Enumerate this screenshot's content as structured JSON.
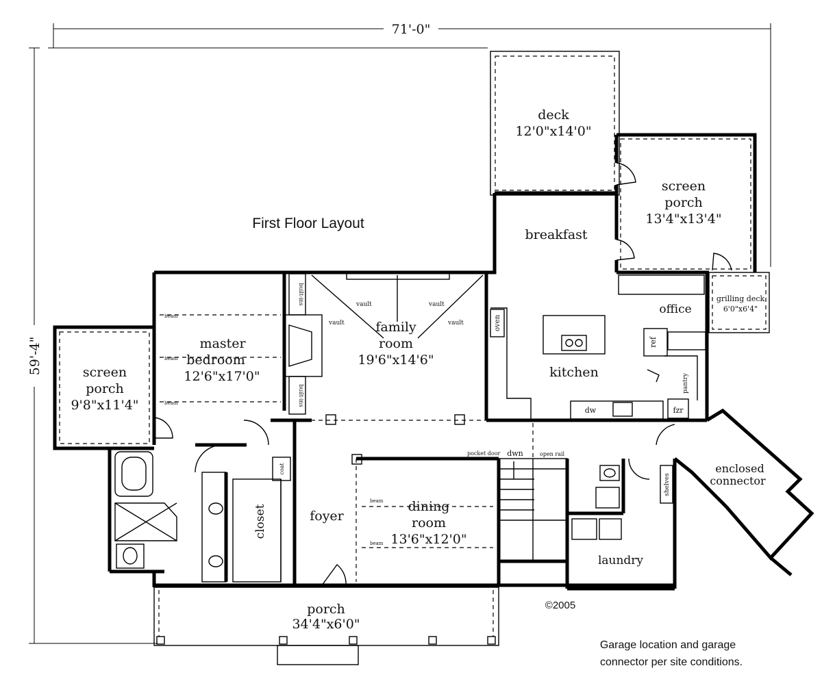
{
  "title": "First Floor Layout",
  "dimensions": {
    "width": "71'-0\"",
    "depth": "59'-4\""
  },
  "copyright": "©2005",
  "note": [
    "Garage location and garage",
    "connector per site conditions."
  ],
  "rooms": {
    "deck": {
      "name": "deck",
      "size": "12'0\"x14'0\""
    },
    "screen_porch_right": {
      "name1": "screen",
      "name2": "porch",
      "size": "13'4\"x13'4\""
    },
    "breakfast": {
      "name": "breakfast"
    },
    "office": {
      "name": "office"
    },
    "grilling_deck": {
      "name": "grilling deck",
      "size": "6'0\"x6'4\""
    },
    "kitchen": {
      "name": "kitchen"
    },
    "family_room": {
      "name1": "family",
      "name2": "room",
      "size": "19'6\"x14'6\""
    },
    "master_bedroom": {
      "name1": "master",
      "name2": "bedroom",
      "size": "12'6\"x17'0\""
    },
    "screen_porch_left": {
      "name1": "screen",
      "name2": "porch",
      "size": "9'8\"x11'4\""
    },
    "closet": {
      "name": "closet"
    },
    "foyer": {
      "name": "foyer"
    },
    "dining_room": {
      "name1": "dining",
      "name2": "room",
      "size": "13'6\"x12'0\""
    },
    "laundry": {
      "name": "laundry"
    },
    "enclosed_connector": {
      "name1": "enclosed",
      "name2": "connector"
    },
    "porch": {
      "name": "porch",
      "size": "34'4\"x6'0\""
    }
  },
  "fixtures": {
    "vault": "vault",
    "beam": "beam",
    "built_ins": "built-ins",
    "oven": "oven",
    "ref": "ref",
    "pantry": "pantry",
    "dw": "dw",
    "fzr": "fzr",
    "coat": "coat",
    "pocket_door": "pocket door",
    "dwn": "dwn",
    "open_rail": "open rail",
    "shelves": "shelves"
  }
}
